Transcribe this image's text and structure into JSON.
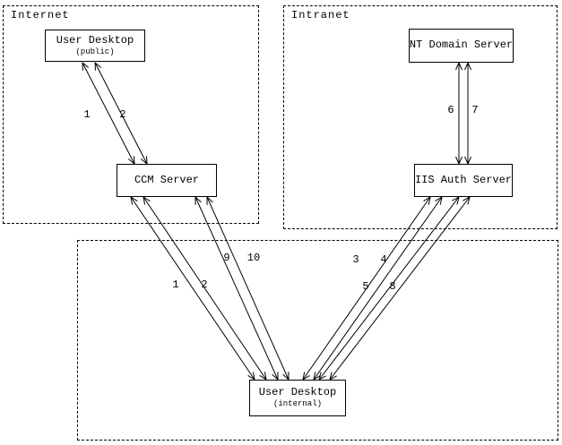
{
  "diagram": {
    "zones": {
      "internet": {
        "label": "Internet"
      },
      "intranet": {
        "label": "Intranet"
      }
    },
    "nodes": {
      "user_desktop_public": {
        "label": "User Desktop",
        "sublabel": "(public)"
      },
      "ccm_server": {
        "label": "CCM Server"
      },
      "nt_domain_server": {
        "label": "NT Domain Server"
      },
      "iis_auth_server": {
        "label": "IIS Auth Server"
      },
      "user_desktop_internal": {
        "label": "User Desktop",
        "sublabel": "(internal)"
      }
    },
    "edge_labels": {
      "public_to_ccm": [
        "1",
        "2"
      ],
      "nt_to_iis": [
        "6",
        "7"
      ],
      "ccm_to_internal_910": [
        "9",
        "10"
      ],
      "ccm_to_internal_12": [
        "1",
        "2"
      ],
      "iis_to_internal_34": [
        "3",
        "4"
      ],
      "iis_to_internal_58": [
        "5",
        "8"
      ]
    }
  }
}
